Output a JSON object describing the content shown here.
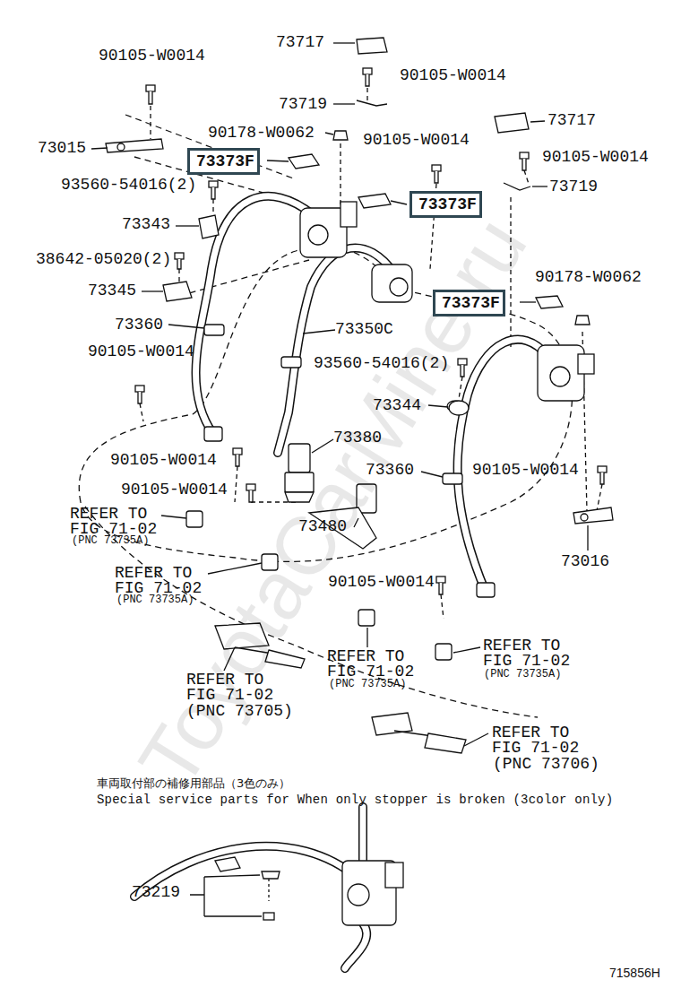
{
  "diagram": {
    "nodes": [
      {
        "text": [
          "73373F"
        ]
      },
      {
        "text": [
          "73373F"
        ]
      },
      {
        "text": [
          "73373F"
        ]
      }
    ],
    "labels": [
      "73717",
      "90105-W0014",
      "90105-W0014",
      "73015",
      "73719",
      "90178-W0062",
      "73717",
      "90105-W0014",
      "90105-W0014",
      "93560-54016(2)",
      "73719",
      "73343",
      "38642-05020(2)",
      "90178-W0062",
      "73345",
      "73360",
      "73350C",
      "90105-W0014",
      "93560-54016(2)",
      "73344",
      "73380",
      "90105-W0014",
      "73360",
      "90105-W0014",
      "90105-W0014",
      "REFER TO FIG 71-02",
      "(PNC 73735A)",
      "73480",
      "73016",
      "REFER TO FIG 71-02",
      "(PNC 73735A)",
      "90105-W0014",
      "REFER TO FIG 71-02",
      "(PNC 73735A)",
      "REFER TO FIG 71-02",
      "(PNC 73735A)",
      "REFER TO FIG 71-02",
      "(PNC 73705)",
      "REFER TO FIG 71-02",
      "(PNC 73706)",
      "車両取付部の補修用部品（3色のみ）",
      "Special service parts for When only stopper is broken (3color only)",
      "73219",
      "715856H",
      "ToyotaCarMine.ru"
    ]
  }
}
